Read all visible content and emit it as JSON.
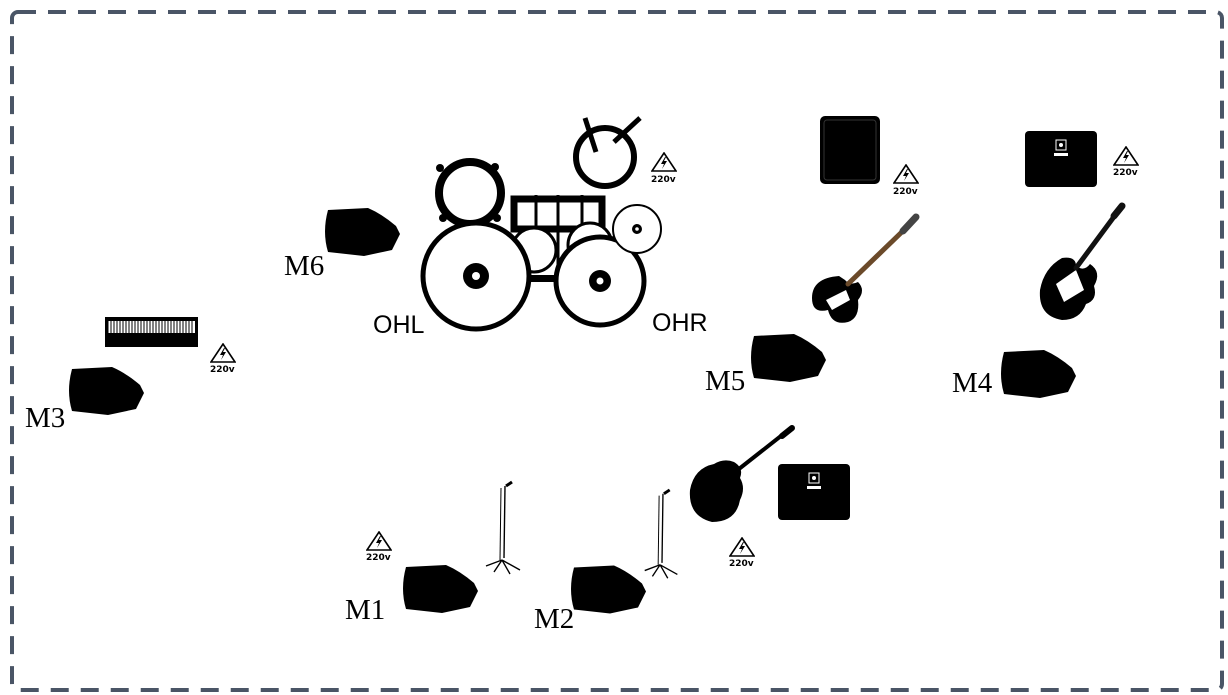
{
  "border_color": "#4a5566",
  "power_label": "220v",
  "labels": {
    "m1": "M1",
    "m2": "M2",
    "m3": "M3",
    "m4": "M4",
    "m5": "M5",
    "m6": "M6",
    "ohl": "OHL",
    "ohr": "OHR"
  },
  "icons": [
    "monitor-wedge",
    "keyboard",
    "drum-kit",
    "bass-guitar",
    "electric-guitar",
    "acoustic-guitar",
    "amplifier",
    "mic-stand",
    "power-outlet"
  ]
}
